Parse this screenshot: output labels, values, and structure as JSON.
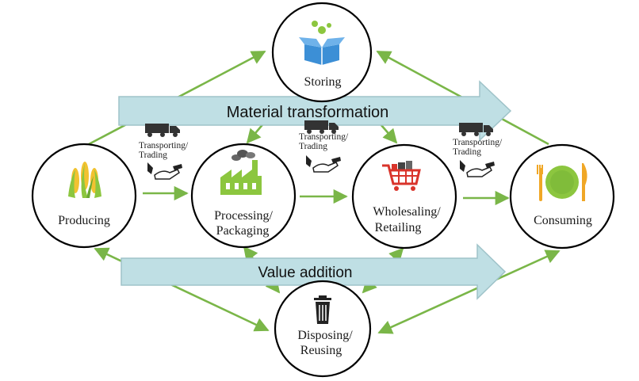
{
  "nodes": {
    "storing": {
      "label": "Storing"
    },
    "producing": {
      "label": "Producing"
    },
    "processing": {
      "line1": "Processing/",
      "line2": "Packaging"
    },
    "wholesaling": {
      "line1": "Wholesaling/",
      "line2": "Retailing"
    },
    "consuming": {
      "label": "Consuming"
    },
    "disposing": {
      "line1": "Disposing/",
      "line2": "Reusing"
    }
  },
  "bands": {
    "top": "Material transformation",
    "bottom": "Value addition"
  },
  "transport": {
    "line1": "Transporting/",
    "line2": "Trading"
  },
  "colors": {
    "arrow_green": "#7ab648",
    "band_fill": "#bfdfe4",
    "band_stroke": "#9fc3c9",
    "circle_stroke": "#000000",
    "icon_blue": "#3c8fd6",
    "icon_green": "#8cc63f",
    "icon_red": "#d9342b"
  },
  "icons": {
    "storing": "open-box-icon",
    "producing": "corn-icon",
    "processing": "factory-icon",
    "wholesaling": "shopping-cart-icon",
    "consuming": "plate-cutlery-icon",
    "disposing": "trash-can-icon",
    "transport": "truck-icon",
    "trading": "hand-money-icon"
  }
}
